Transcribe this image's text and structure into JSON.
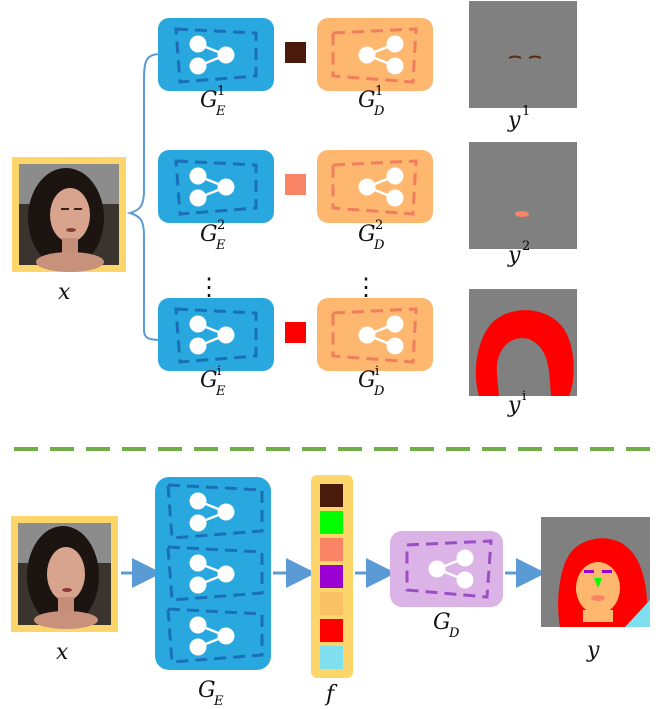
{
  "colors": {
    "encoder": "#29a8e0",
    "encoder_dash": "#1a6fb5",
    "decoder": "#fdb76e",
    "decoder_dash": "#f07d5e",
    "joint_decoder": "#dcb3e6",
    "joint_decoder_dash": "#9b4fc4",
    "image_frame": "#fdd66b",
    "gray_map": "#808080",
    "separator": "#70ad47",
    "arrow": "#5b9bd5",
    "bracket": "#5b9bd5"
  },
  "top": {
    "input_label": "x",
    "rows": [
      {
        "enc_base": "G",
        "enc_sub": "E",
        "enc_sup": "1",
        "dec_base": "G",
        "dec_sub": "D",
        "dec_sup": "1",
        "swatch": "#4a1a0b",
        "out_base": "y",
        "out_sup": "1",
        "map": "brows"
      },
      {
        "enc_base": "G",
        "enc_sub": "E",
        "enc_sup": "2",
        "dec_base": "G",
        "dec_sub": "D",
        "dec_sup": "2",
        "swatch": "#f98466",
        "out_base": "y",
        "out_sup": "2",
        "map": "lips"
      },
      {
        "enc_base": "G",
        "enc_sub": "E",
        "enc_sup": "i",
        "dec_base": "G",
        "dec_sub": "D",
        "dec_sup": "i",
        "swatch": "#ff0000",
        "out_base": "y",
        "out_sup": "i",
        "map": "hair"
      }
    ],
    "ellipsis": "⋮"
  },
  "bottom": {
    "input_label": "x",
    "encoder_label_base": "G",
    "encoder_label_sub": "E",
    "feature_label": "f",
    "decoder_label_base": "G",
    "decoder_label_sub": "D",
    "output_label": "y",
    "feature_colors": [
      "#4a1a0b",
      "#00ff00",
      "#f98466",
      "#9b00d3",
      "#f9c066",
      "#ff0000",
      "#7fdfef"
    ]
  }
}
